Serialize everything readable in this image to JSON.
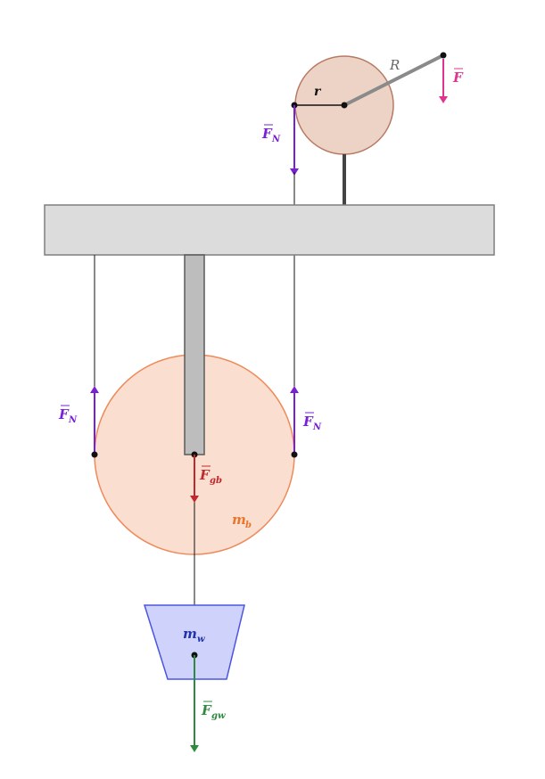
{
  "labels": {
    "R": "R",
    "r": "r",
    "F": "F",
    "FN_top": "F",
    "FN_left": "F",
    "FN_right": "F",
    "FN_sub": "N",
    "Fgb": "F",
    "Fgb_sub": "gb",
    "mb": "m",
    "mb_sub": "b",
    "mw": "m",
    "mw_sub": "w",
    "Fgw": "F",
    "Fgw_sub": "gw"
  },
  "colors": {
    "normal_force": "#7a1fd6",
    "applied_force": "#e0338f",
    "gravity_b": "#c0282d",
    "gravity_w": "#2e8b3e",
    "big_pulley_fill": "#f9d8c8",
    "big_pulley_stroke": "#ee8a5a",
    "small_pulley_fill": "#ecd3c6",
    "small_pulley_stroke": "#b67a63",
    "beam_fill": "#dcdcdc",
    "beam_stroke": "#7f7f7f",
    "weight_fill": "#cfd3fb",
    "weight_stroke": "#4b55e0",
    "mb_label": "#e8762f",
    "mw_label": "#2232a8",
    "R_label": "#666666"
  }
}
